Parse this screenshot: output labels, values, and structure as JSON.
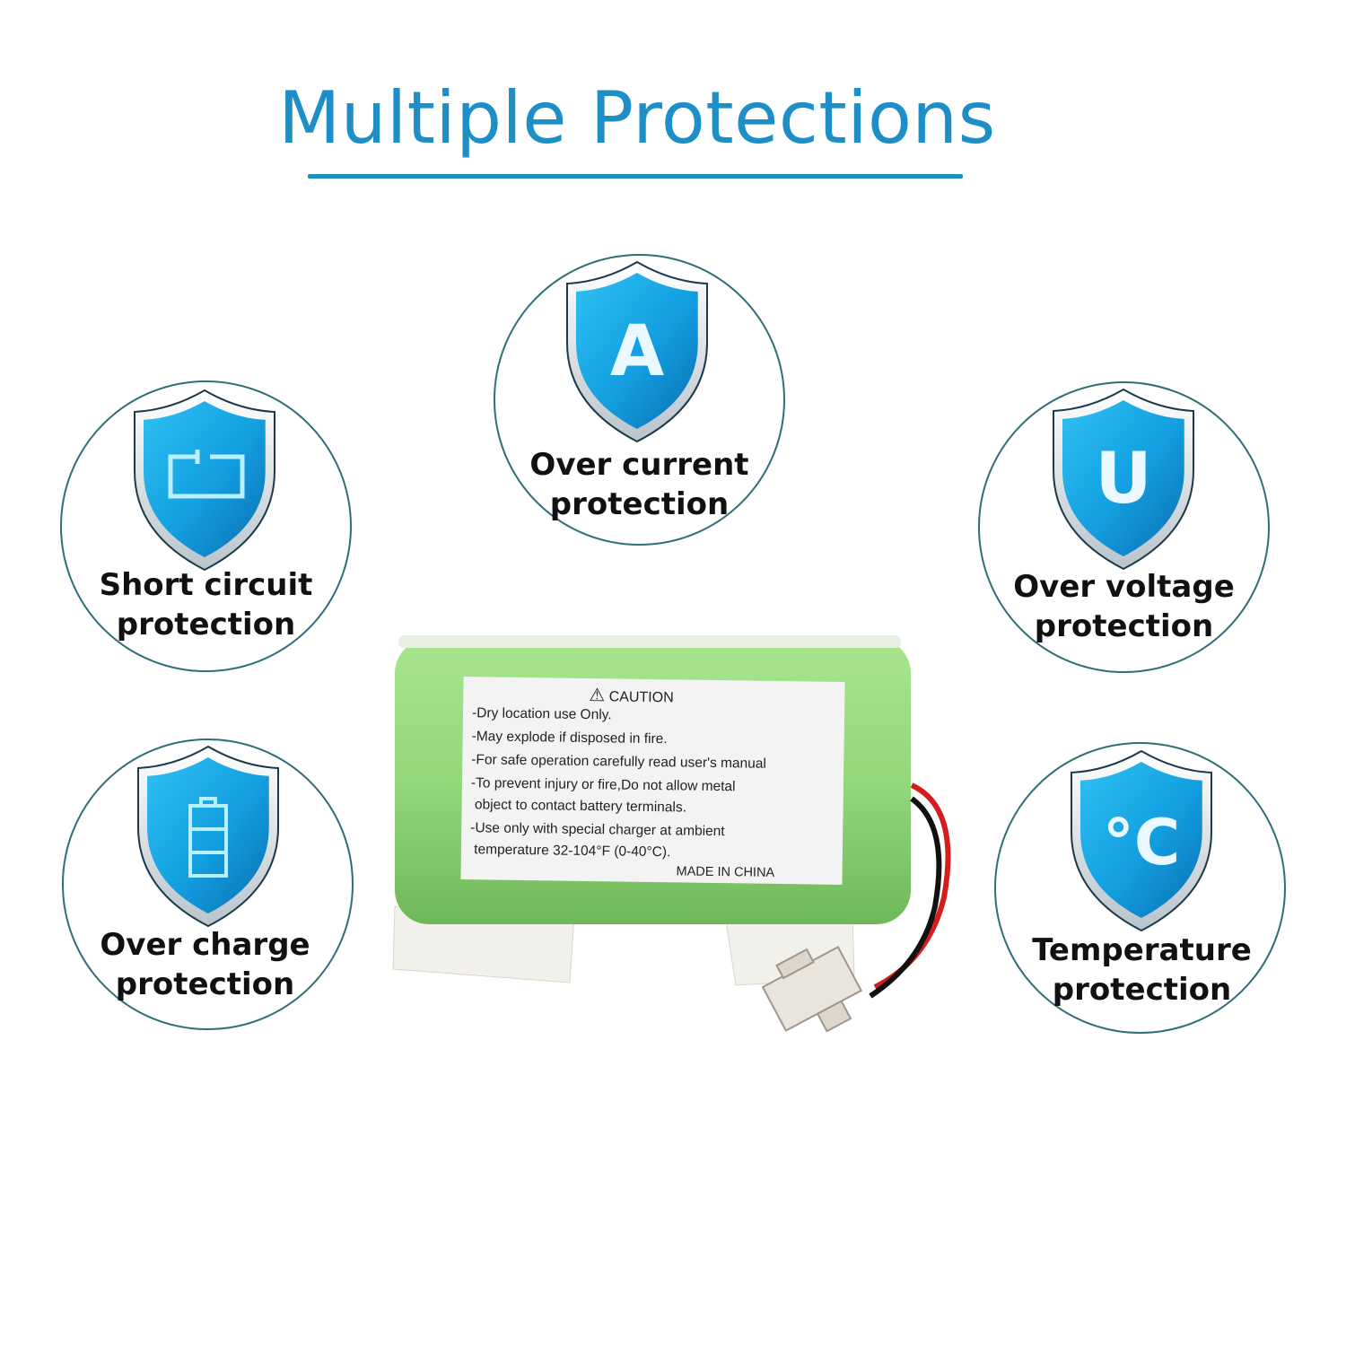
{
  "title": "Multiple Protections",
  "colors": {
    "accent": "#1d8fc6",
    "shield": "#18a7e6",
    "battery_green": "#93d87a"
  },
  "badges": [
    {
      "icon": "letter-a-icon",
      "glyph": "A",
      "line1": "Over current",
      "line2": "protection"
    },
    {
      "icon": "short-circuit-icon",
      "glyph": "",
      "line1": "Short circuit",
      "line2": "protection"
    },
    {
      "icon": "letter-u-icon",
      "glyph": "U",
      "line1": "Over voltage",
      "line2": "protection"
    },
    {
      "icon": "battery-charge-icon",
      "glyph": "",
      "line1": "Over charge",
      "line2": "protection"
    },
    {
      "icon": "celsius-icon",
      "glyph": "°C",
      "line1": "Temperature",
      "line2": "protection"
    }
  ],
  "caution": {
    "heading": "CAUTION",
    "lines": [
      "-Dry location  use Only.",
      "-May explode if disposed in fire.",
      "-For safe operation carefully read user's manual",
      "-To prevent injury or fire,Do not allow metal",
      " object to contact battery terminals.",
      "-Use only with special charger at ambient",
      " temperature 32-104°F (0-40°C)."
    ],
    "footer": "MADE IN CHINA"
  }
}
